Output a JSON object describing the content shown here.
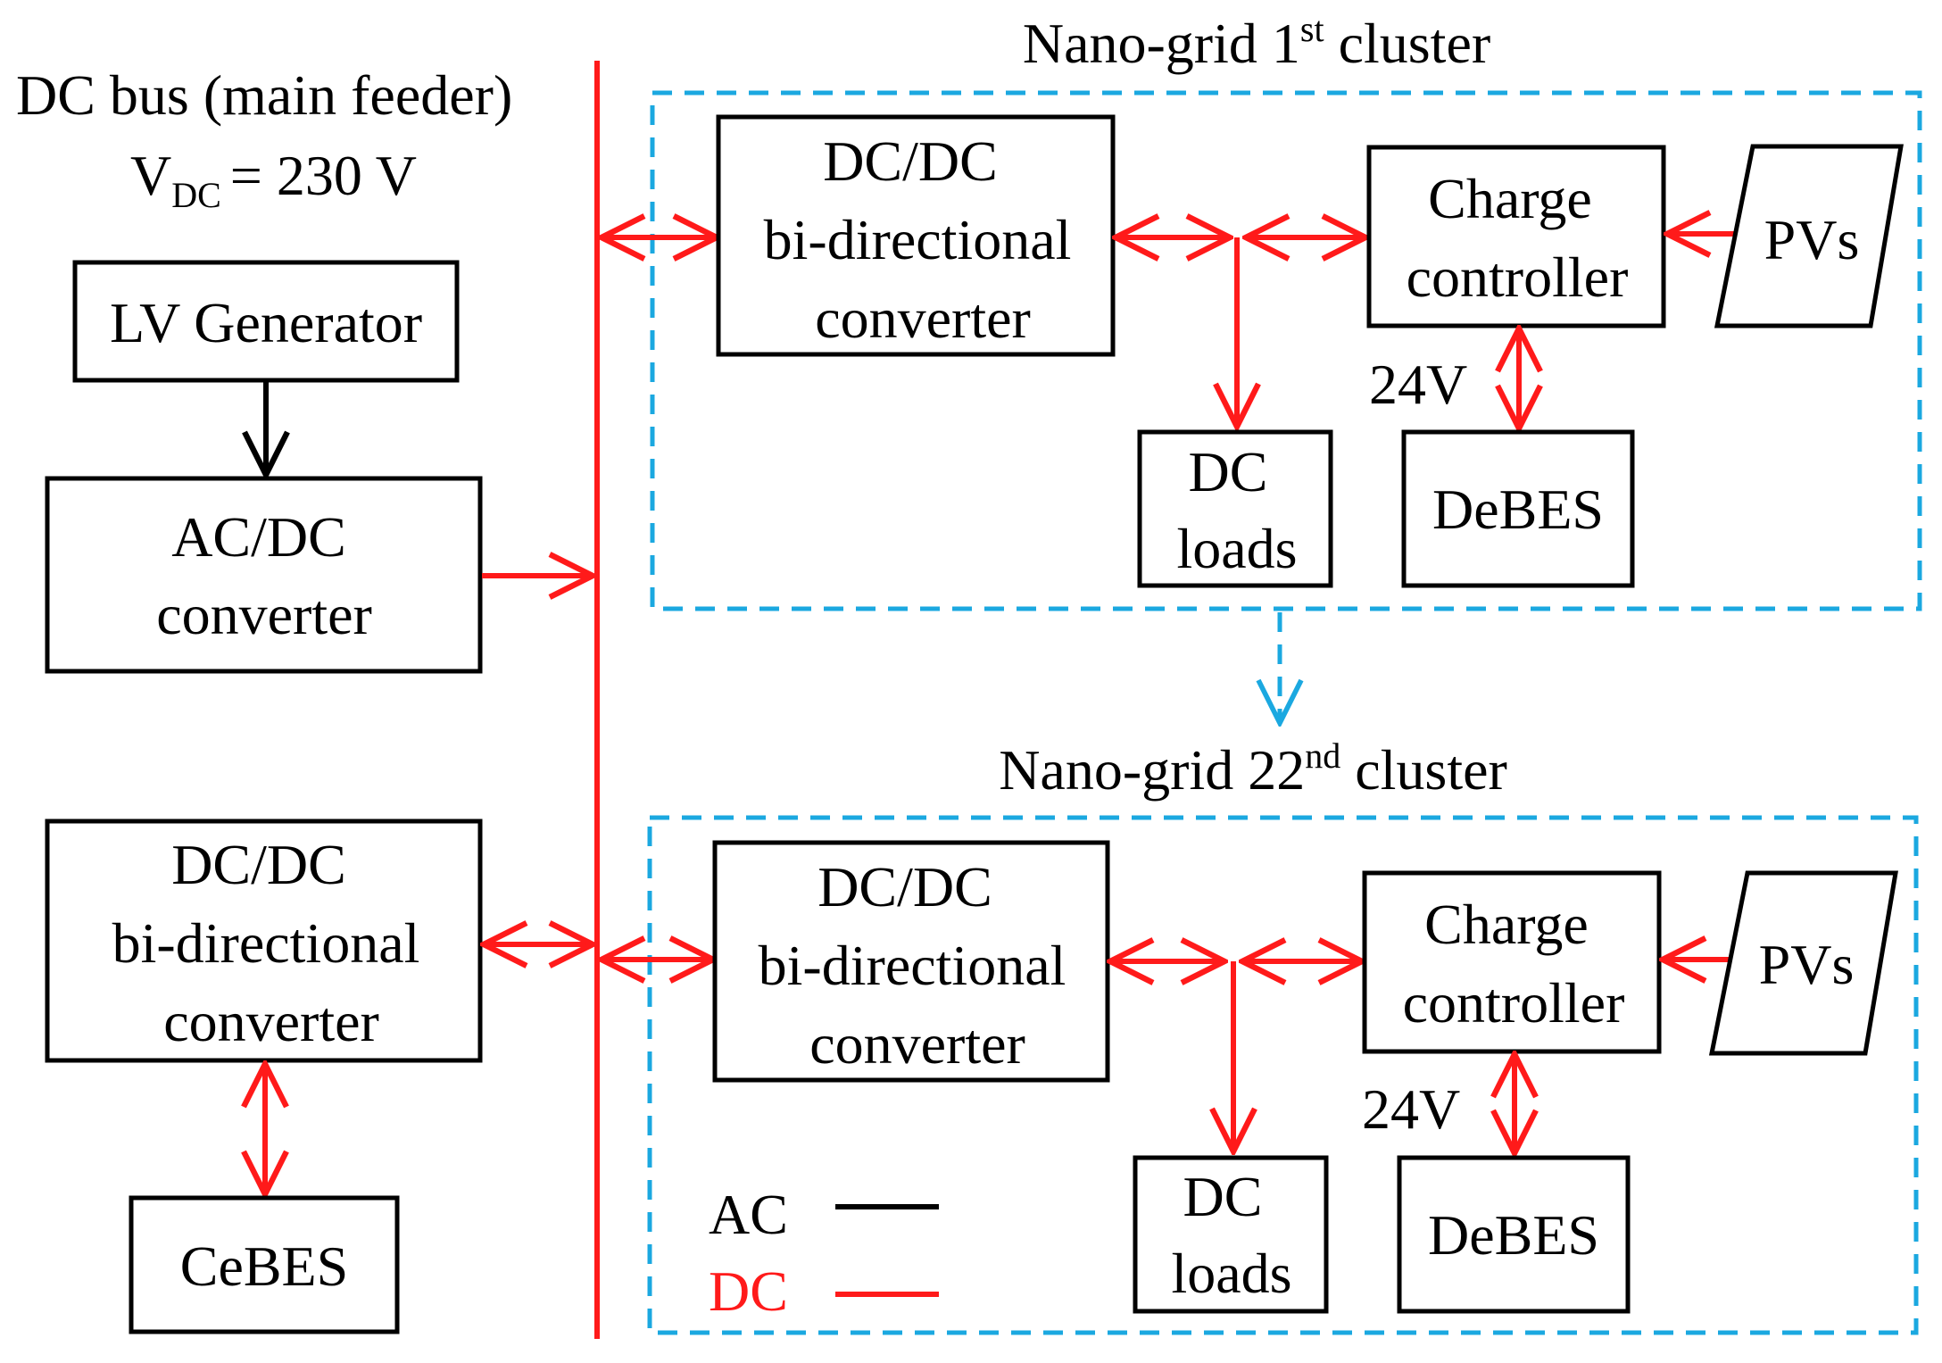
{
  "bus": {
    "title": "DC bus (main feeder)",
    "voltage_symbol": "V",
    "voltage_subscript": "DC",
    "voltage_value": "= 230 V"
  },
  "left": {
    "generator": "LV Generator",
    "acdc_line1": "AC/DC",
    "acdc_line2": "converter",
    "dcdc_line1": "DC/DC",
    "dcdc_line2": "bi-directional",
    "dcdc_line3": "converter",
    "storage": "CeBES"
  },
  "clusters": [
    {
      "title_prefix": "Nano-grid 1",
      "title_sup": "st",
      "title_suffix": " cluster",
      "dcdc_line1": "DC/DC",
      "dcdc_line2": "bi-directional",
      "dcdc_line3": "converter",
      "charge_line1": "Charge",
      "charge_line2": "controller",
      "pv": "PVs",
      "voltage": "24V",
      "loads_line1": "DC",
      "loads_line2": "loads",
      "storage": "DeBES"
    },
    {
      "title_prefix": "Nano-grid 22",
      "title_sup": "nd",
      "title_suffix": " cluster",
      "dcdc_line1": "DC/DC",
      "dcdc_line2": "bi-directional",
      "dcdc_line3": "converter",
      "charge_line1": "Charge",
      "charge_line2": "controller",
      "pv": "PVs",
      "voltage": "24V",
      "loads_line1": "DC",
      "loads_line2": "loads",
      "storage": "DeBES"
    }
  ],
  "legend": {
    "ac_label": "AC",
    "dc_label": "DC",
    "ac_color": "#000000",
    "dc_color": "#ff1a1a"
  },
  "colors": {
    "dc_line": "#ff1a1a",
    "ac_line": "#000000",
    "cluster_border": "#1ba8e0"
  }
}
